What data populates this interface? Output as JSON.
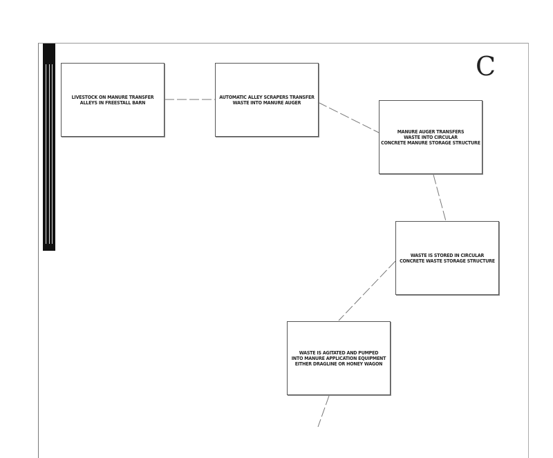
{
  "diagram": {
    "steps": [
      {
        "text": "LIVESTOCK ON MANURE TRANSFER\nALLEYS IN FREESTALL BARN"
      },
      {
        "text": "AUTOMATIC ALLEY SCRAPERS TRANSFER\nWASTE INTO MANURE AUGER"
      },
      {
        "text": "MANURE AUGER TRANSFERS\nWASTE INTO CIRCULAR\nCONCRETE MANURE STORAGE STRUCTURE"
      },
      {
        "text": "WASTE IS STORED IN CIRCULAR\nCONCRETE WASTE STORAGE STRUCTURE"
      },
      {
        "text": "WASTE IS AGITATED AND PUMPED\nINTO MANURE APPLICATION EQUIPMENT\nEITHER DRAGLINE OR HONEY WAGON"
      }
    ],
    "logo_letter": "C"
  }
}
